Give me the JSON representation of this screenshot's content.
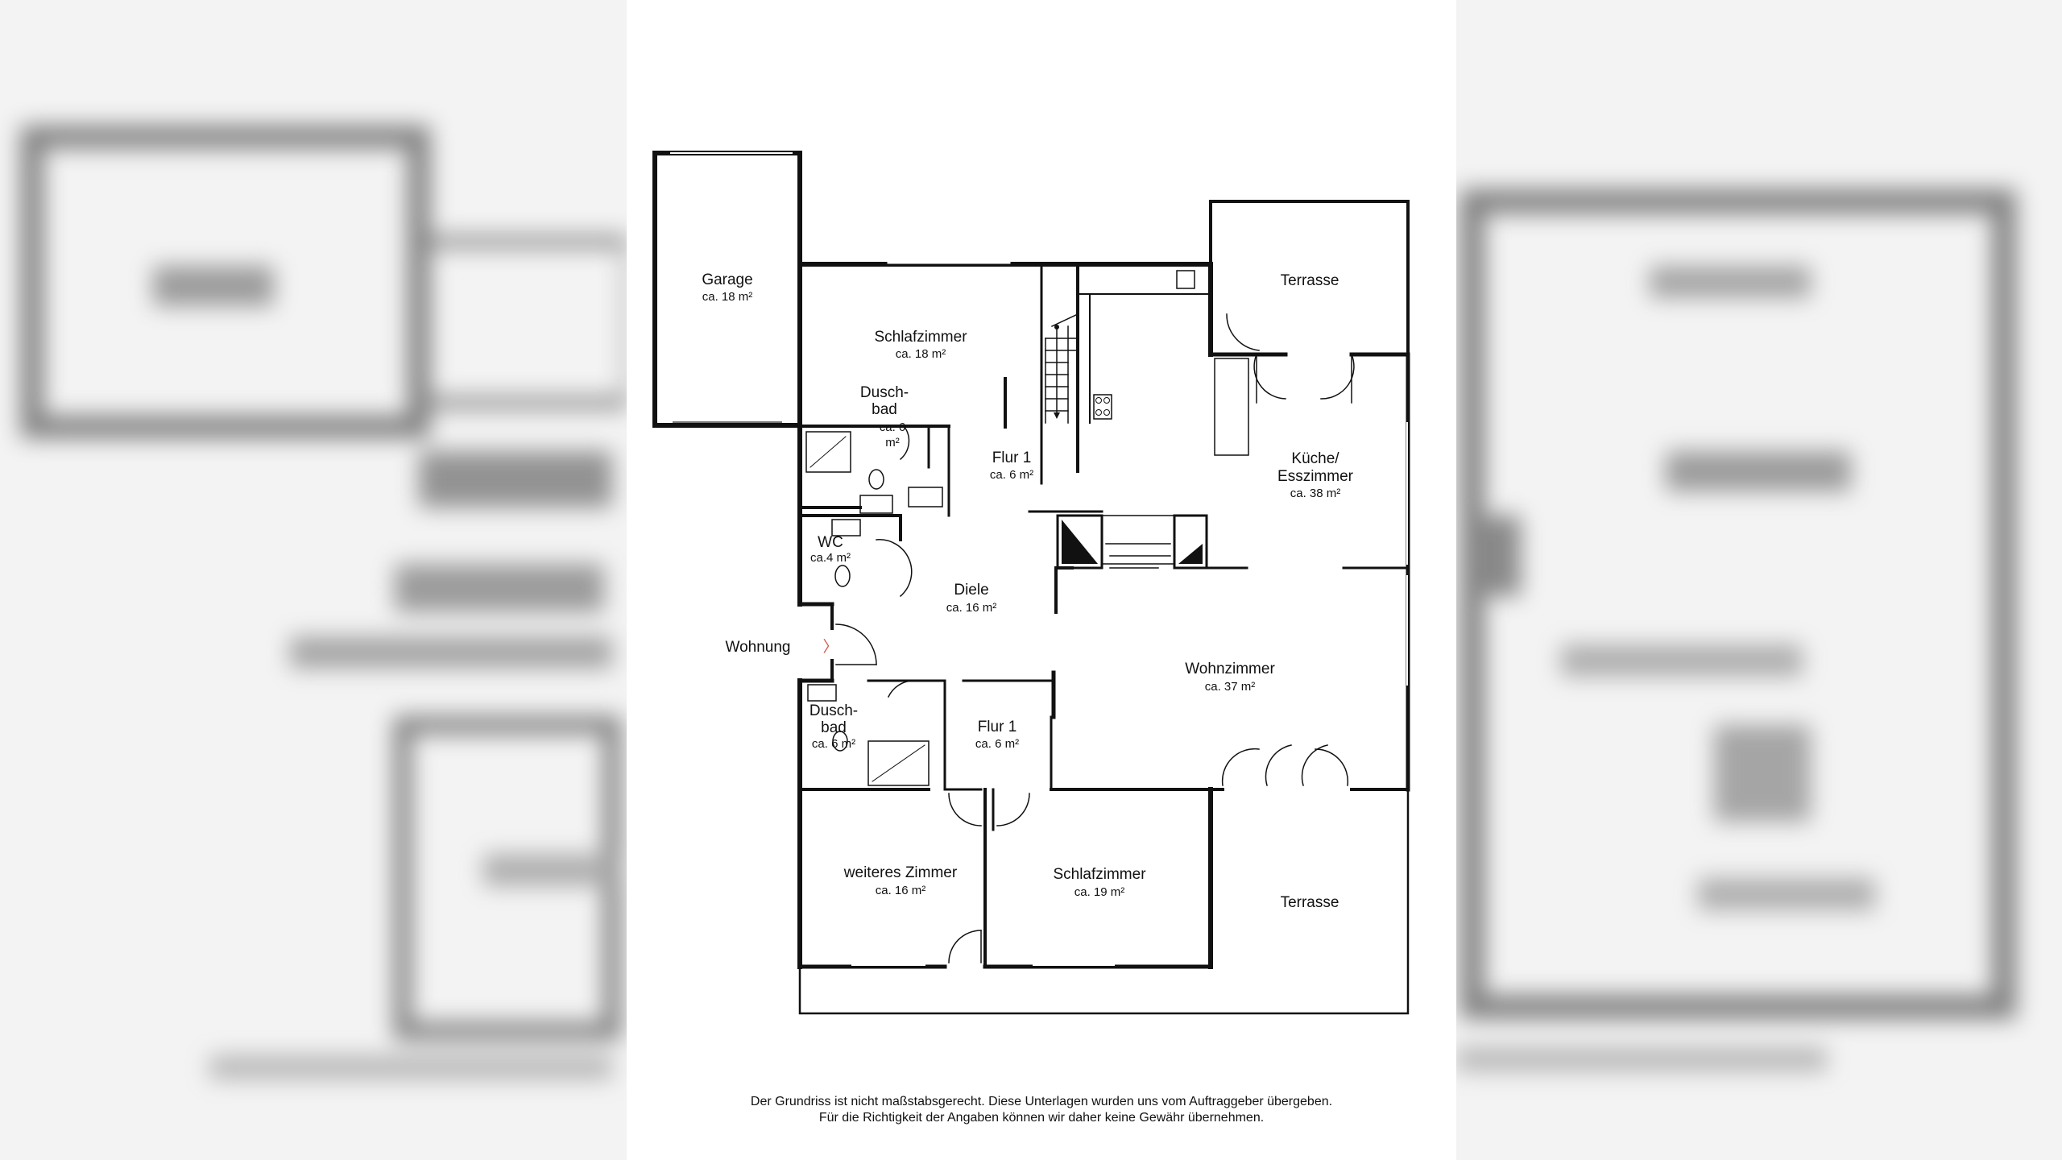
{
  "rooms": {
    "garage": {
      "name": "Garage",
      "area": "ca. 18 m²"
    },
    "schlafzimmer_top": {
      "name": "Schlafzimmer",
      "area": "ca. 18 m²"
    },
    "duschbad_top": {
      "name1": "Dusch-",
      "name2": "bad",
      "area1": "ca. 6",
      "area2": "m²"
    },
    "flur_top": {
      "name": "Flur 1",
      "area": "ca. 6 m²"
    },
    "terrasse_top": {
      "name": "Terrasse"
    },
    "kueche": {
      "name1": "Küche/",
      "name2": "Esszimmer",
      "area": "ca. 38 m²"
    },
    "wc": {
      "name": "WC",
      "area": "ca.4 m²"
    },
    "diele": {
      "name": "Diele",
      "area": "ca. 16 m²"
    },
    "wohnzimmer": {
      "name": "Wohnzimmer",
      "area": "ca. 37 m²"
    },
    "duschbad_bottom": {
      "name1": "Dusch-",
      "name2": "bad",
      "area": "ca. 6 m²"
    },
    "flur_bottom": {
      "name": "Flur 1",
      "area": "ca. 6 m²"
    },
    "weiteres_zimmer": {
      "name": "weiteres Zimmer",
      "area": "ca. 16 m²"
    },
    "schlafzimmer_bottom": {
      "name": "Schlafzimmer",
      "area": "ca. 19 m²"
    },
    "terrasse_bottom": {
      "name": "Terrasse"
    }
  },
  "entrance": {
    "label": "Wohnung",
    "marker": "〉"
  },
  "disclaimer": {
    "line1": "Der Grundriss ist nicht maßstabsgerecht. Diese Unterlagen wurden uns vom Auftraggeber übergeben.",
    "line2": "Für die Richtigkeit der Angaben können wir daher keine Gewähr übernehmen."
  },
  "colors": {
    "wall": "#111111",
    "background": "#ffffff",
    "side_panel": "#f3f3f3"
  }
}
